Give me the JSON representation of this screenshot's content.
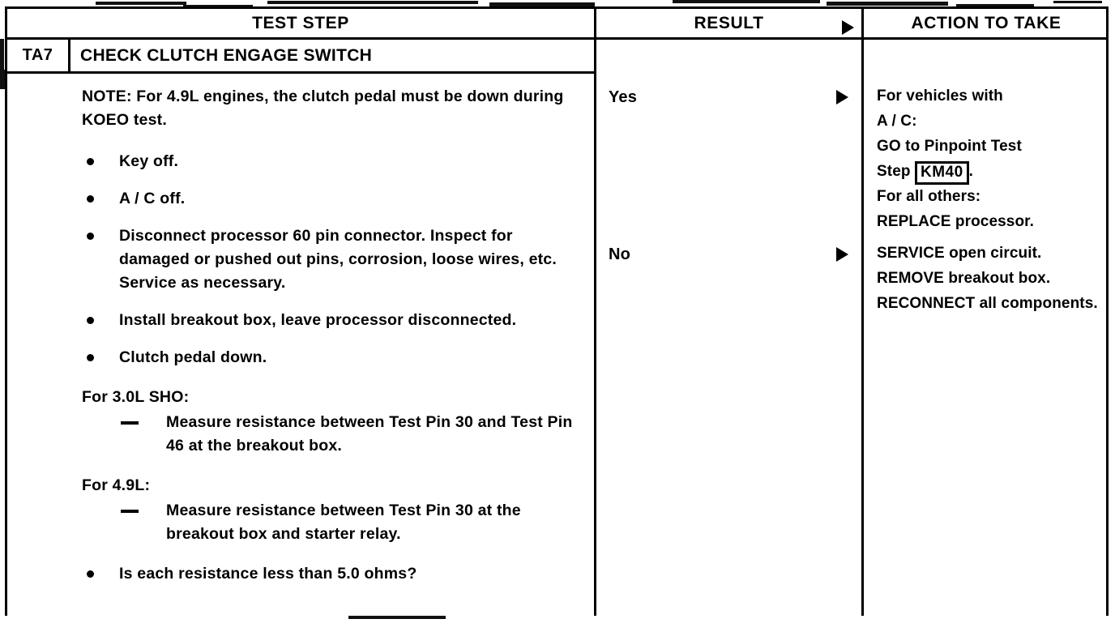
{
  "table": {
    "headers": {
      "test_step": "TEST STEP",
      "result": "RESULT",
      "action": "ACTION TO TAKE",
      "result_arrow_icon": "right-triangle-icon"
    },
    "step": {
      "code": "TA7",
      "title": "CHECK CLUTCH ENGAGE SWITCH"
    },
    "test_step": {
      "note": "NOTE: For 4.9L engines, the clutch pedal must be down during KOEO test.",
      "bullets": [
        "Key off.",
        "A / C off.",
        "Disconnect processor 60 pin connector. Inspect for damaged or pushed out pins, corrosion, loose wires, etc. Service as necessary.",
        "Install breakout box, leave processor disconnected.",
        "Clutch pedal down."
      ],
      "engine_sections": [
        {
          "heading": "For 3.0L SHO:",
          "items": [
            "Measure resistance between Test Pin 30 and Test Pin 46 at the breakout box."
          ]
        },
        {
          "heading": "For 4.9L:",
          "items": [
            "Measure resistance between Test Pin 30 at the breakout box and starter relay."
          ]
        }
      ],
      "question": "Is each resistance less than 5.0 ohms?"
    },
    "results": [
      {
        "label": "Yes",
        "arrow_icon": "right-triangle-icon"
      },
      {
        "label": "No",
        "arrow_icon": "right-triangle-icon"
      }
    ],
    "actions": {
      "yes": {
        "line1": "For vehicles with",
        "line2": "A / C:",
        "line3": "GO to Pinpoint Test",
        "line4_prefix": "Step",
        "line4_ref": "KM40",
        "line4_suffix": ".",
        "line5": "For all others:",
        "line6": "REPLACE processor."
      },
      "no": {
        "text": "SERVICE open circuit. REMOVE breakout box. RECONNECT all components."
      }
    }
  }
}
